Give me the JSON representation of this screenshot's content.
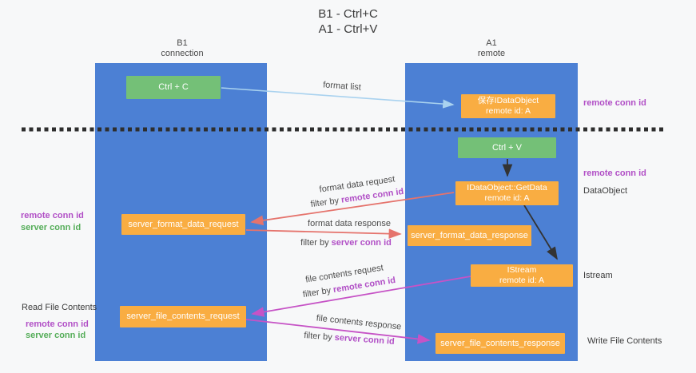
{
  "title": {
    "line1": "B1 - Ctrl+C",
    "line2": "A1 - Ctrl+V"
  },
  "columns": {
    "left": {
      "name": "B1",
      "role": "connection"
    },
    "right": {
      "name": "A1",
      "role": "remote"
    }
  },
  "boxes": {
    "ctrl_c": "Ctrl + C",
    "ctrl_v": "Ctrl + V",
    "save_idataobject": {
      "line1": "保存IDataObject",
      "line2": "remote id: A"
    },
    "getdata": {
      "line1": "IDataObject::GetData",
      "line2": "remote id: A"
    },
    "istream": {
      "line1": "IStream",
      "line2": "remote id: A"
    },
    "format_request": "server_format_data_request",
    "format_response": "server_format_data_response",
    "file_request": "server_file_contents_request",
    "file_response": "server_file_contents_response"
  },
  "flow_labels": {
    "format_list": "format list",
    "format_data_request": "format data request",
    "format_data_response": "format data response",
    "file_contents_request": "file contents request",
    "file_contents_response": "file contents response",
    "filter_by": "filter by ",
    "remote_conn_id": "remote conn id",
    "server_conn_id": "server conn id"
  },
  "side_labels": {
    "remote_conn_id": "remote conn id",
    "server_conn_id": "server conn id",
    "read_file_contents": "Read File Contents",
    "write_file_contents": "Write File Contents",
    "data_object": "DataObject",
    "istream": "Istream"
  },
  "colors": {
    "background": "#f7f8f9",
    "column_blue": "#4c80d4",
    "box_orange": "#f9ad42",
    "box_green": "#74c077",
    "arrow_light_blue": "#a9d2ef",
    "arrow_salmon": "#e5736c",
    "arrow_magenta": "#c653c6",
    "arrow_black": "#333333",
    "text_purple": "#b14fc6",
    "text_green": "#55ad59",
    "divider_dark": "#2e2e2e"
  }
}
